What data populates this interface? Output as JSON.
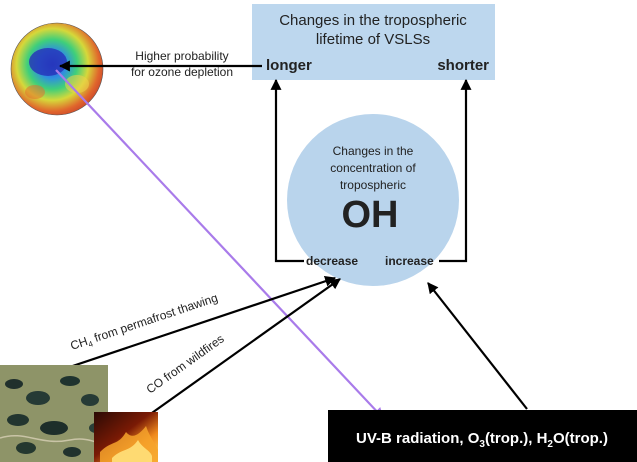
{
  "lifetime_box": {
    "title_line1": "Changes in the tropospheric",
    "title_line2": "lifetime of VSLSs",
    "longer": "longer",
    "shorter": "shorter"
  },
  "globe_arrow_label": {
    "line1": "Higher probability",
    "line2": "for ozone depletion"
  },
  "oh_circle": {
    "line1": "Changes in the",
    "line2": "concentration of",
    "line3": "tropospheric",
    "oh": "OH",
    "decrease": "decrease",
    "increase": "increase"
  },
  "ch4_label": {
    "prefix": "CH",
    "subscript": "4",
    "suffix": " from permafrost thawing"
  },
  "co_label": "CO from wildfires",
  "uvb_box": {
    "part1": "UV-B radiation, O",
    "sub1": "3",
    "part2": "(trop.), H",
    "sub2": "2",
    "part3": "O(trop.)"
  },
  "colors": {
    "box_fill": "#bdd7ee",
    "circle_fill": "#b9d4ec",
    "uvb_box_fill": "#000000",
    "purple_arrow": "#a97bea",
    "arrow": "#000000"
  },
  "icons": {
    "globe": "ozone-hole-globe-image",
    "permafrost": "permafrost-aerial-photo",
    "wildfire": "wildfire-photo"
  }
}
